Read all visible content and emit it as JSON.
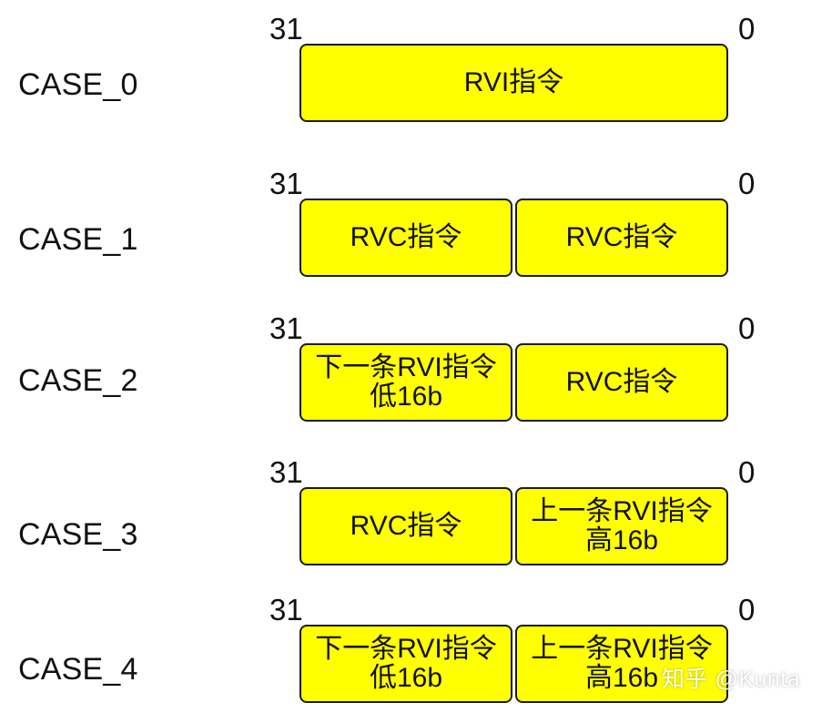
{
  "bits": {
    "high": "31",
    "low": "0"
  },
  "cases": [
    {
      "label": "CASE_0",
      "boxes": [
        "RVI指令"
      ]
    },
    {
      "label": "CASE_1",
      "boxes": [
        "RVC指令",
        "RVC指令"
      ]
    },
    {
      "label": "CASE_2",
      "boxes": [
        "下一条RVI指令\n低16b",
        "RVC指令"
      ]
    },
    {
      "label": "CASE_3",
      "boxes": [
        "RVC指令",
        "上一条RVI指令\n高16b"
      ]
    },
    {
      "label": "CASE_4",
      "boxes": [
        "下一条RVI指令\n低16b",
        "上一条RVI指令\n高16b"
      ]
    }
  ],
  "watermark": "知乎 @Kunta",
  "colors": {
    "box_fill": "#ffff00",
    "box_border": "#1a1a1a",
    "text": "#111111"
  }
}
